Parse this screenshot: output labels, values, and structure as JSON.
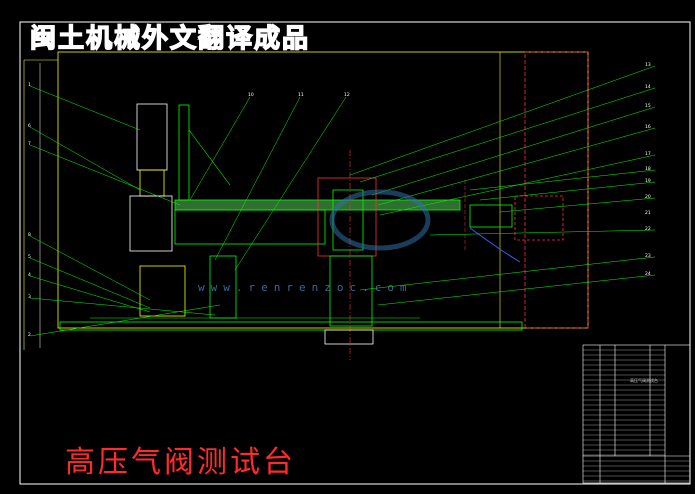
{
  "header": {
    "watermark_title": "闽土机械外文翻译成品"
  },
  "drawing": {
    "title": "高压气阀测试台",
    "watermark_url": "www.renrenzoc.com",
    "balloons_left": [
      "1",
      "6",
      "7",
      "8",
      "5",
      "4",
      "3",
      "2"
    ],
    "balloons_top": [
      "10",
      "11",
      "12"
    ],
    "balloons_right": [
      "13",
      "14",
      "15",
      "16",
      "17",
      "18",
      "19",
      "20",
      "21",
      "22",
      "23",
      "24"
    ],
    "title_block": {
      "name_cell": "高压气阀测试台"
    }
  },
  "colors": {
    "frame": "#ffffff",
    "body": "#00ff00",
    "part": "#ffff00",
    "leader": "#00ff00",
    "red": "#ff3030",
    "blue": "#3a5bff",
    "title_red": "#ff2a2a"
  }
}
